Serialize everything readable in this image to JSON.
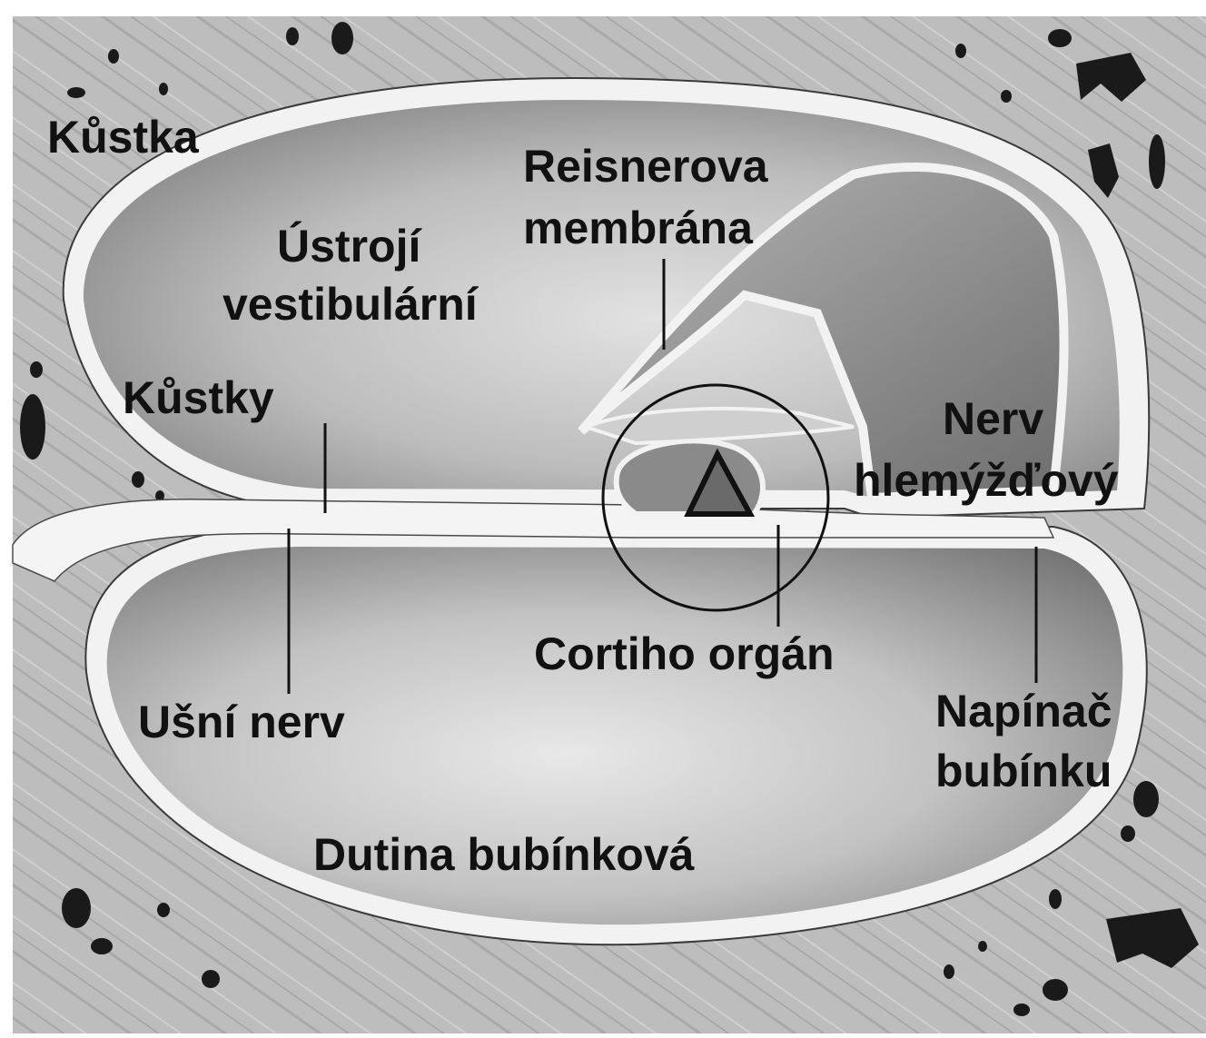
{
  "diagram": {
    "labels": {
      "kustka": "Kůstka",
      "reisnerova_1": "Reisnerova",
      "reisnerova_2": "membrána",
      "ustroji_1": "Ústrojí",
      "ustroji_2": "vestibulární",
      "kustky": "Kůstky",
      "nerv_1": "Nerv",
      "nerv_2": "hlemýžďový",
      "cortiho": "Cortiho orgán",
      "usni_nerv": "Ušní nerv",
      "napinac_1": "Napínač",
      "napinac_2": "bubínku",
      "dutina": "Dutina bubínková"
    },
    "colors": {
      "background": "#ffffff",
      "bone": "#bdbdbd",
      "bone_dark": "#8e8e8e",
      "chamber": "#9f9f9f",
      "chamber_light": "#d9d9d9",
      "wall": "#f4f4f4",
      "ink": "#111111"
    }
  }
}
